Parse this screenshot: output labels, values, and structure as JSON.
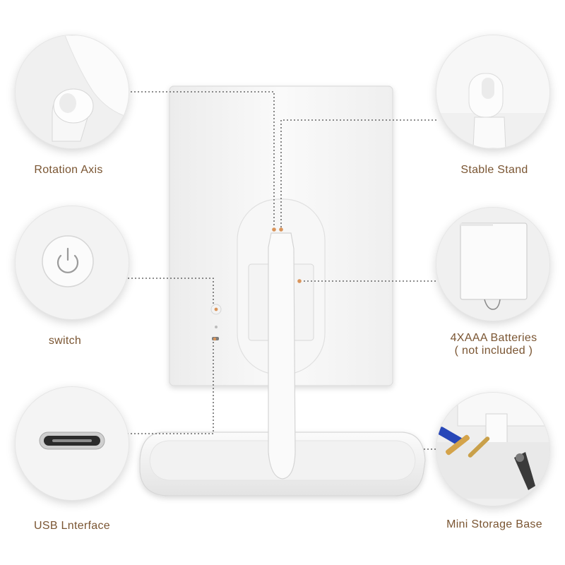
{
  "features": [
    {
      "id": "rotation-axis",
      "label": "Rotation Axis",
      "icon": "rotation-axis-closeup"
    },
    {
      "id": "stable-stand",
      "label": "Stable Stand",
      "icon": "stable-stand-closeup"
    },
    {
      "id": "switch",
      "label": "switch",
      "icon": "power-icon"
    },
    {
      "id": "batteries",
      "label": "4XAAA Batteries",
      "label_line2": "( not included )",
      "icon": "battery-compartment-closeup"
    },
    {
      "id": "usb",
      "label": "USB Lnterface",
      "icon": "usb-c-port-icon"
    },
    {
      "id": "storage-base",
      "label": "Mini Storage Base",
      "icon": "storage-base-closeup"
    }
  ],
  "colors": {
    "caption": "#7a5532",
    "connector": "#4a4a4a",
    "marker": "#d9945a",
    "product": "#ffffff",
    "background": "#ffffff"
  }
}
